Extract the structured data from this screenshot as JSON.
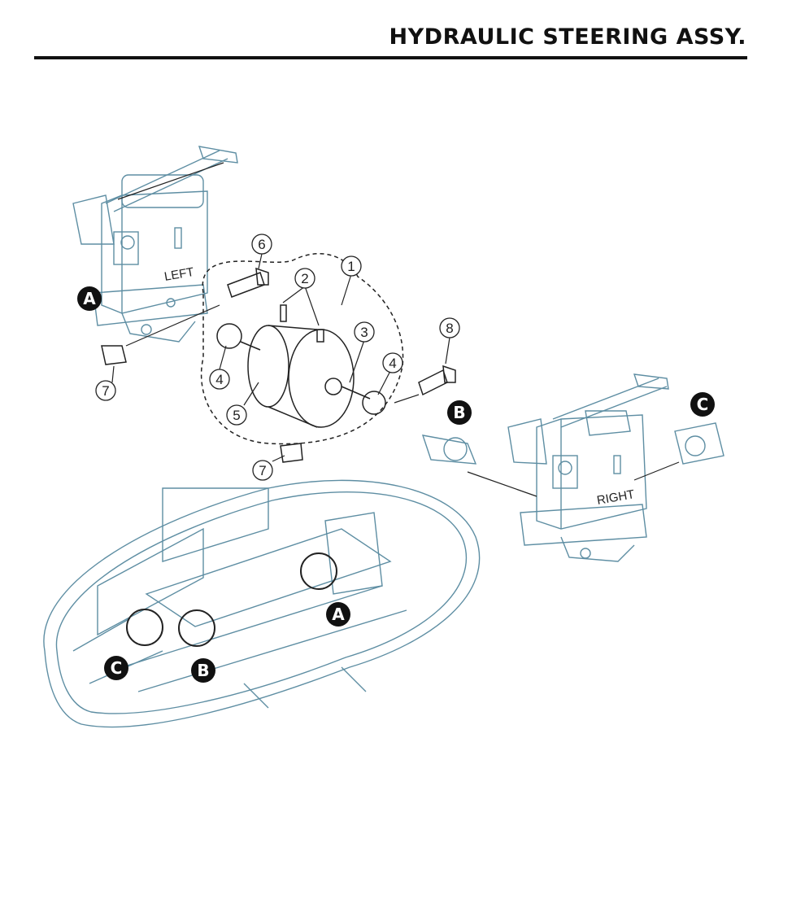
{
  "header": {
    "title": "HYDRAULIC STEERING ASSY."
  },
  "gearbox_labels": {
    "left": "LEFT",
    "right": "RIGHT"
  },
  "callouts": [
    "1",
    "2",
    "3",
    "4",
    "4",
    "5",
    "6",
    "7",
    "7",
    "8"
  ],
  "detail_labels": [
    "A",
    "A",
    "B",
    "B",
    "C",
    "C"
  ],
  "colors": {
    "drawing_blue": "#5e8ea3",
    "line_black": "#222222"
  }
}
